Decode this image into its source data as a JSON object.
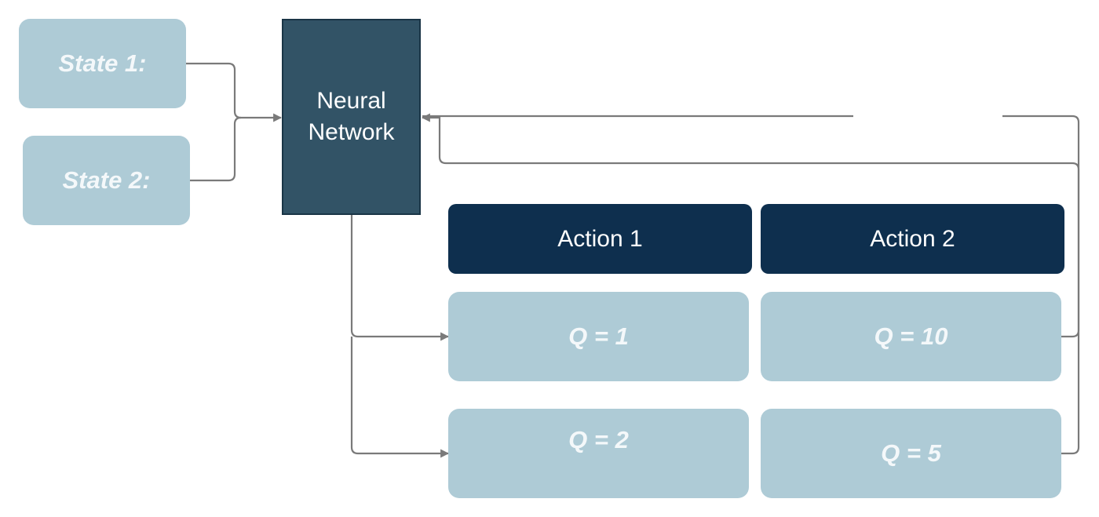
{
  "diagram": {
    "states": [
      {
        "label": "State 1:"
      },
      {
        "label": "State 2:"
      }
    ],
    "network": {
      "line1": "Neural",
      "line2": "Network"
    },
    "actions": [
      {
        "label": "Action 1"
      },
      {
        "label": "Action 2"
      }
    ],
    "q_values": {
      "state1": [
        {
          "label": "Q = 1"
        },
        {
          "label": "Q = 10"
        }
      ],
      "state2": [
        {
          "label": "Q = 2"
        },
        {
          "label": "Q = 5"
        }
      ]
    },
    "colors": {
      "state_box": "#aecbd6",
      "network_box": "#325366",
      "action_header": "#0e2f4e",
      "connector": "#7a7a7a"
    }
  }
}
